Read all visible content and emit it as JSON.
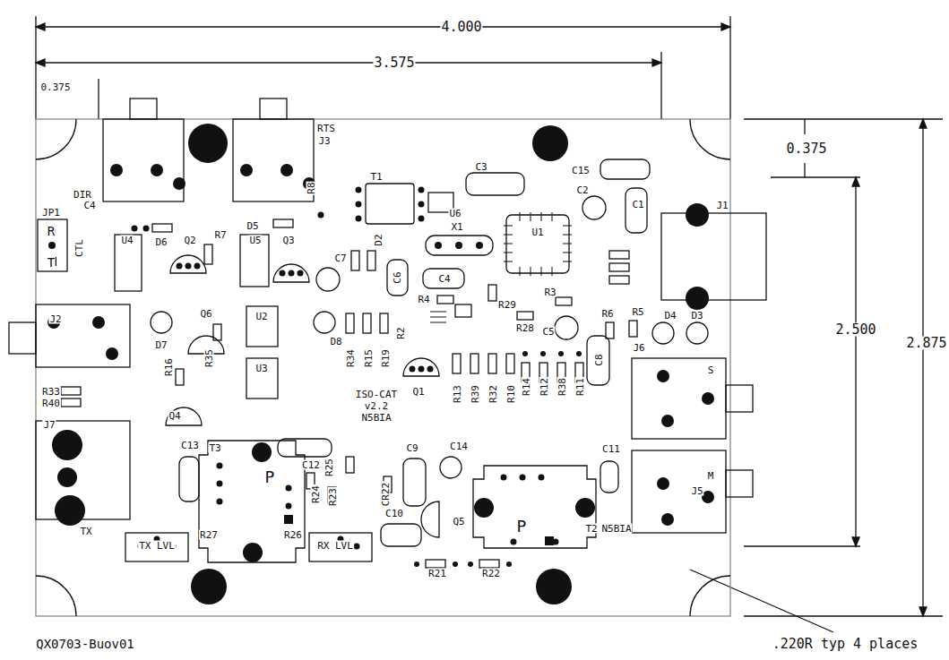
{
  "diagram": {
    "caption": "QX0703-Buov01",
    "labels": [
      "4.000",
      "3.575",
      "0.375",
      "0.375",
      "2.500",
      "2.875",
      "RTS",
      "J3",
      "DIR",
      "C4",
      "JP1",
      "R",
      "CTL",
      "T",
      "T1",
      "C3",
      "C15",
      "C2",
      "C1",
      "J1",
      "U6",
      "X1",
      "U1",
      "R8",
      "U4",
      "D6",
      "Q2",
      "R7",
      "U5",
      "Q3",
      "D5",
      "C7",
      "D2",
      "C6",
      "C4",
      "R4",
      "R29",
      "R3",
      "R28",
      "R6",
      "R5",
      "D4",
      "D3",
      "J6",
      "C5",
      "C8",
      "D7",
      "Q6",
      "U2",
      "U3",
      "D8",
      "R34",
      "R15",
      "R19",
      "R2",
      "Q1",
      "R16",
      "R35",
      "R33",
      "R40",
      "J2",
      "J7",
      "Q4",
      "ISO-CAT",
      "v2.2",
      "N5BIA",
      "R13",
      "R39",
      "R32",
      "R10",
      "R14",
      "R12",
      "R38",
      "R11",
      "S",
      "C11",
      "M",
      "J5",
      "T3",
      "C13",
      "C9",
      "C12",
      "R25",
      "R24",
      "R23",
      "CR22",
      "C14",
      "C10",
      "Q5",
      "P",
      "P",
      "T2",
      "N5BIA",
      "TX",
      "R27",
      "R26",
      "TX LVL",
      "RX LVL",
      "R21",
      "R22",
      ".220R typ 4 places"
    ]
  }
}
